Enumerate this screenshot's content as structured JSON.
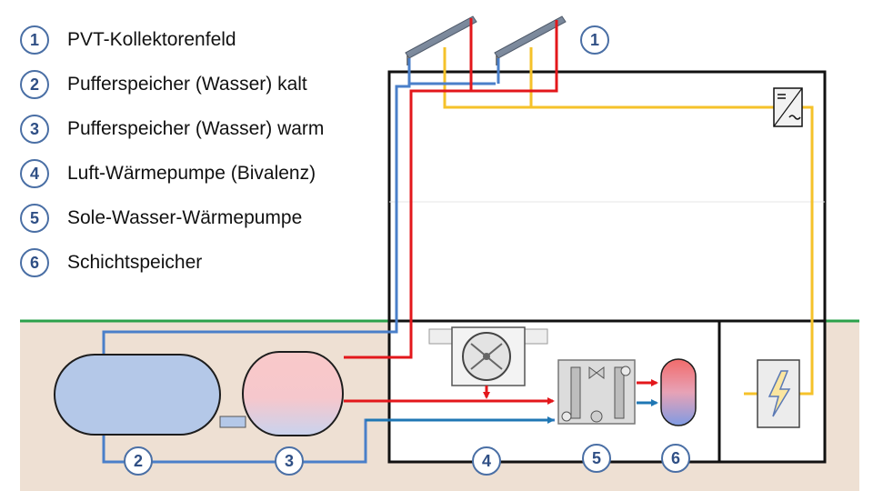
{
  "legend": [
    {
      "number": "1",
      "label": "PVT-Kollektorenfeld"
    },
    {
      "number": "2",
      "label": "Pufferspeicher (Wasser) kalt"
    },
    {
      "number": "3",
      "label": "Pufferspeicher (Wasser) warm"
    },
    {
      "number": "4",
      "label": "Luft-Wärmepumpe (Bivalenz)"
    },
    {
      "number": "5",
      "label": "Sole-Wasser-Wärmepumpe"
    },
    {
      "number": "6",
      "label": "Schichtspeicher"
    }
  ],
  "diagram_badges": {
    "collectors": "1",
    "cold_tank": "2",
    "warm_tank": "3",
    "air_heat_pump": "4",
    "brine_heat_pump": "5",
    "stratified_tank": "6"
  },
  "colors": {
    "hot_line": "#e3171b",
    "cold_line": "#4a7fc9",
    "supply_line": "#1f77b4",
    "power_line": "#f5c22a",
    "ground": "#eee0d3",
    "grass": "#2aa14a",
    "badge_border": "#4a6fa5",
    "badge_text": "#2f4f85",
    "cold_tank": "#b4c8e8",
    "warm_tank": "#f8c9c9"
  }
}
